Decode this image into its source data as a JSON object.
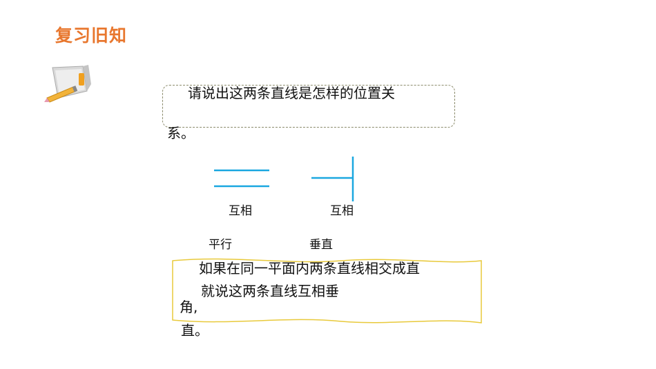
{
  "slide": {
    "title": "复习旧知",
    "question": {
      "line1": "请说出这两条直线是怎样的位置关",
      "line2": "系。"
    },
    "figures": {
      "parallel_label_top": "互相",
      "parallel_label_bottom": "平行",
      "perpendicular_label_top": "互相",
      "perpendicular_label_bottom": "垂直"
    },
    "answer": {
      "line1": "如果在同一平面内两条直线相交成直",
      "line2": "就说这两条直线互相垂",
      "line3": "角,",
      "line4": "直。"
    },
    "colors": {
      "title": "#e8772e",
      "figure_lines": "#1aa7e0",
      "question_border": "#8a8a6a",
      "answer_border": "#e8c93a"
    },
    "icons": [
      "notebook-pencil-icon"
    ]
  }
}
